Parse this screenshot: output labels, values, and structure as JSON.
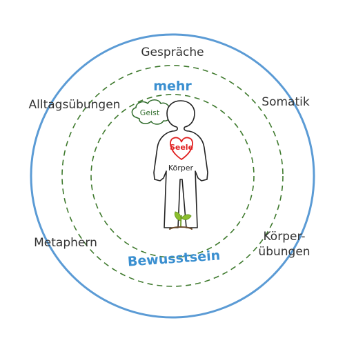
{
  "outer_labels": {
    "top": "Gespräche",
    "upper_left": "Alltagsübungen",
    "upper_right": "Somatik",
    "lower_left": "Metaphern",
    "lower_right_line1": "Körper-",
    "lower_right_line2": "übungen"
  },
  "inner_labels": {
    "top": "mehr",
    "bottom": "Bewusstsein"
  },
  "figure": {
    "mind": "Geist",
    "soul": "Seele",
    "body": "Körper"
  },
  "colors": {
    "outer_circle": "#5b9bd5",
    "dashed_circles": "#3f7a2e",
    "inner_text": "#3a8fd0",
    "heart": "#e02020",
    "cloud": "#2e6b2a",
    "sprout": "#8cbf2e"
  }
}
